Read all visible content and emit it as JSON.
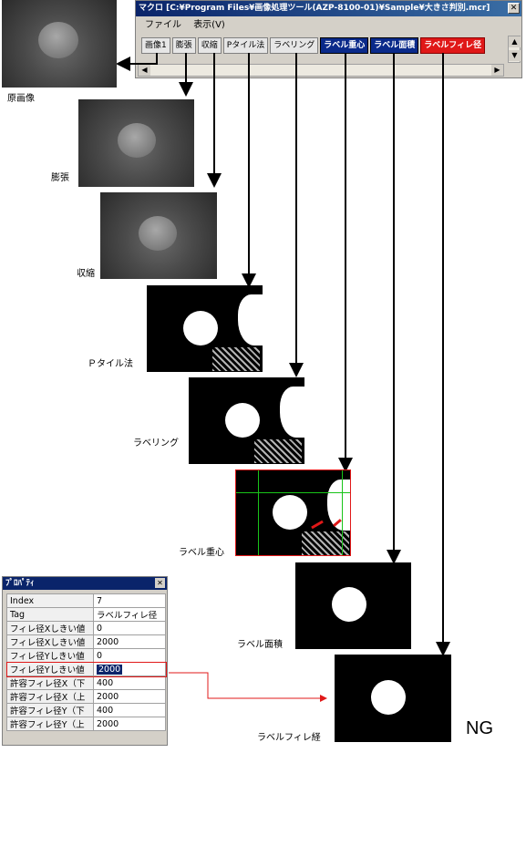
{
  "macro_window": {
    "title": "マクロ [C:¥Program Files¥画像処理ツール(AZP-8100-01)¥Sample¥大きさ判別.mcr]",
    "close_icon": "close-icon",
    "menu": [
      "ファイル",
      "表示(V)"
    ],
    "tabs": [
      {
        "label": "画像1",
        "style": "normal"
      },
      {
        "label": "膨張",
        "style": "normal"
      },
      {
        "label": "収縮",
        "style": "normal"
      },
      {
        "label": "Pタイル法",
        "style": "normal"
      },
      {
        "label": "ラベリング",
        "style": "normal"
      },
      {
        "label": "ラベル重心",
        "style": "blue"
      },
      {
        "label": "ラベル面積",
        "style": "blue"
      },
      {
        "label": "ラベルフィレ径",
        "style": "red"
      }
    ]
  },
  "captions": {
    "original": "原画像",
    "dilation": "膨張",
    "erosion": "収縮",
    "ptile": "Ｐタイル法",
    "labeling": "ラベリング",
    "label_centroid": "ラベル重心",
    "label_area": "ラベル面積",
    "label_feret": "ラベルフィレ経"
  },
  "result": "NG",
  "property_panel": {
    "title": "ﾌﾟﾛﾊﾟﾃｨ",
    "rows": [
      {
        "key": "Index",
        "value": "7"
      },
      {
        "key": "Tag",
        "value": "ラベルフィレ径"
      },
      {
        "key": "フィレ径Xしきい値",
        "value": "0"
      },
      {
        "key": "フィレ径Xしきい値",
        "value": "2000"
      },
      {
        "key": "フィレ径Yしきい値",
        "value": "0"
      },
      {
        "key": "フィレ径Yしきい値",
        "value": "2000",
        "selected": true
      },
      {
        "key": "許容フィレ径X（下",
        "value": "400"
      },
      {
        "key": "許容フィレ径X（上",
        "value": "2000"
      },
      {
        "key": "許容フィレ径Y（下",
        "value": "400"
      },
      {
        "key": "許容フィレ径Y（上",
        "value": "2000"
      }
    ]
  },
  "colors": {
    "accent_red": "#e01818",
    "tab_blue": "#0a2a8a",
    "titlebar": "#0a246a"
  }
}
